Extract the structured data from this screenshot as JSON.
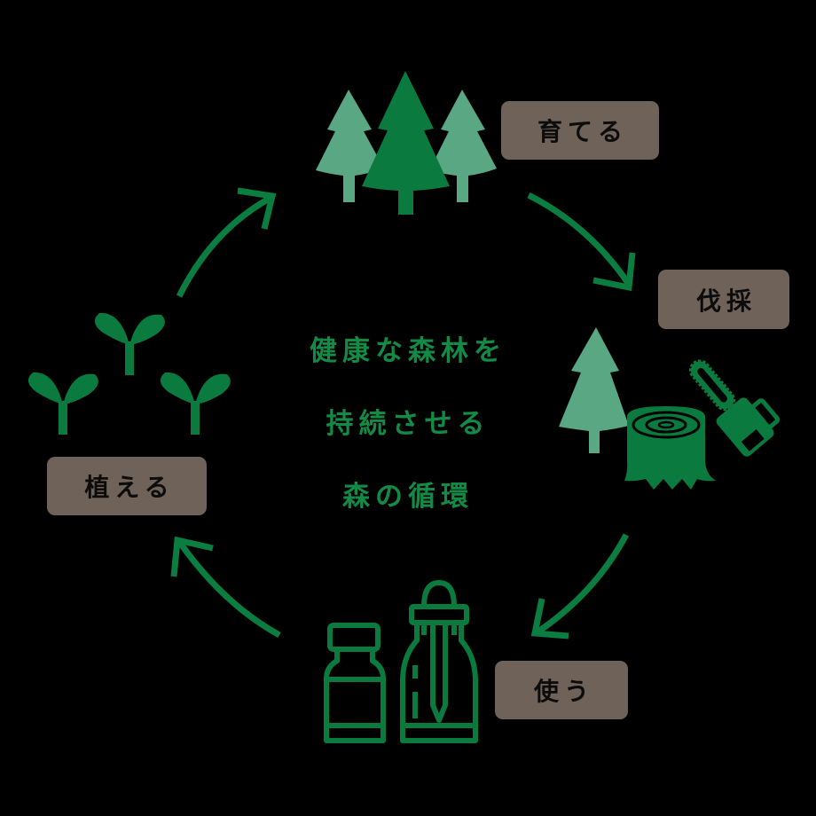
{
  "diagram": {
    "title_lines": [
      "健康な森林を",
      "持続させる",
      "森の循環"
    ],
    "stages": [
      {
        "id": "grow",
        "label": "育てる",
        "icon": "three-trees-icon"
      },
      {
        "id": "harvest",
        "label": "伐採",
        "icon": "tree-stump-chainsaw-icon"
      },
      {
        "id": "use",
        "label": "使う",
        "icon": "bottles-icon"
      },
      {
        "id": "plant",
        "label": "植える",
        "icon": "sprouts-icon"
      }
    ],
    "arrows": [
      "plant-to-grow",
      "grow-to-harvest",
      "harvest-to-use",
      "use-to-plant"
    ],
    "colors": {
      "background": "#000000",
      "dark_green": "#0a7a3e",
      "light_green": "#5aa784",
      "label_box": "#6f6258",
      "label_text": "#0c0c0c",
      "center_text": "#138a46"
    }
  }
}
